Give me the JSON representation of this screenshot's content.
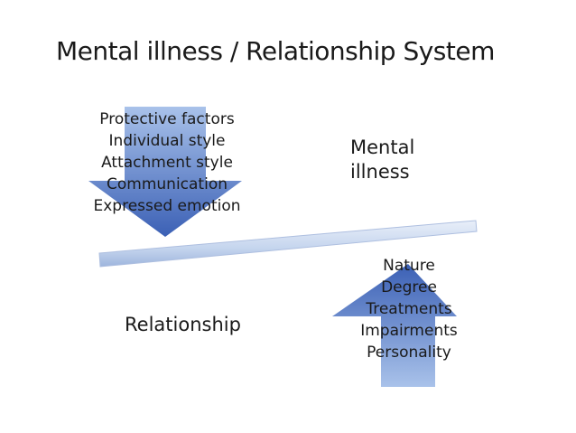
{
  "title": "Mental illness / Relationship System",
  "left_arrow_items": [
    "Protective factors",
    "Individual style",
    "Attachment style",
    "Communication",
    "Expressed emotion"
  ],
  "right_arrow_items": [
    "Nature",
    "Degree",
    "Treatments",
    "Impairments",
    "Personality"
  ],
  "mental_illness_label": [
    "Mental",
    "illness"
  ],
  "relationship_label": "Relationship",
  "colors": {
    "arrow_top": "#9bb7e3",
    "arrow_bottom": "#3e63b8",
    "beam_light": "#dfe8f7",
    "beam_dark": "#9ab3dc"
  }
}
